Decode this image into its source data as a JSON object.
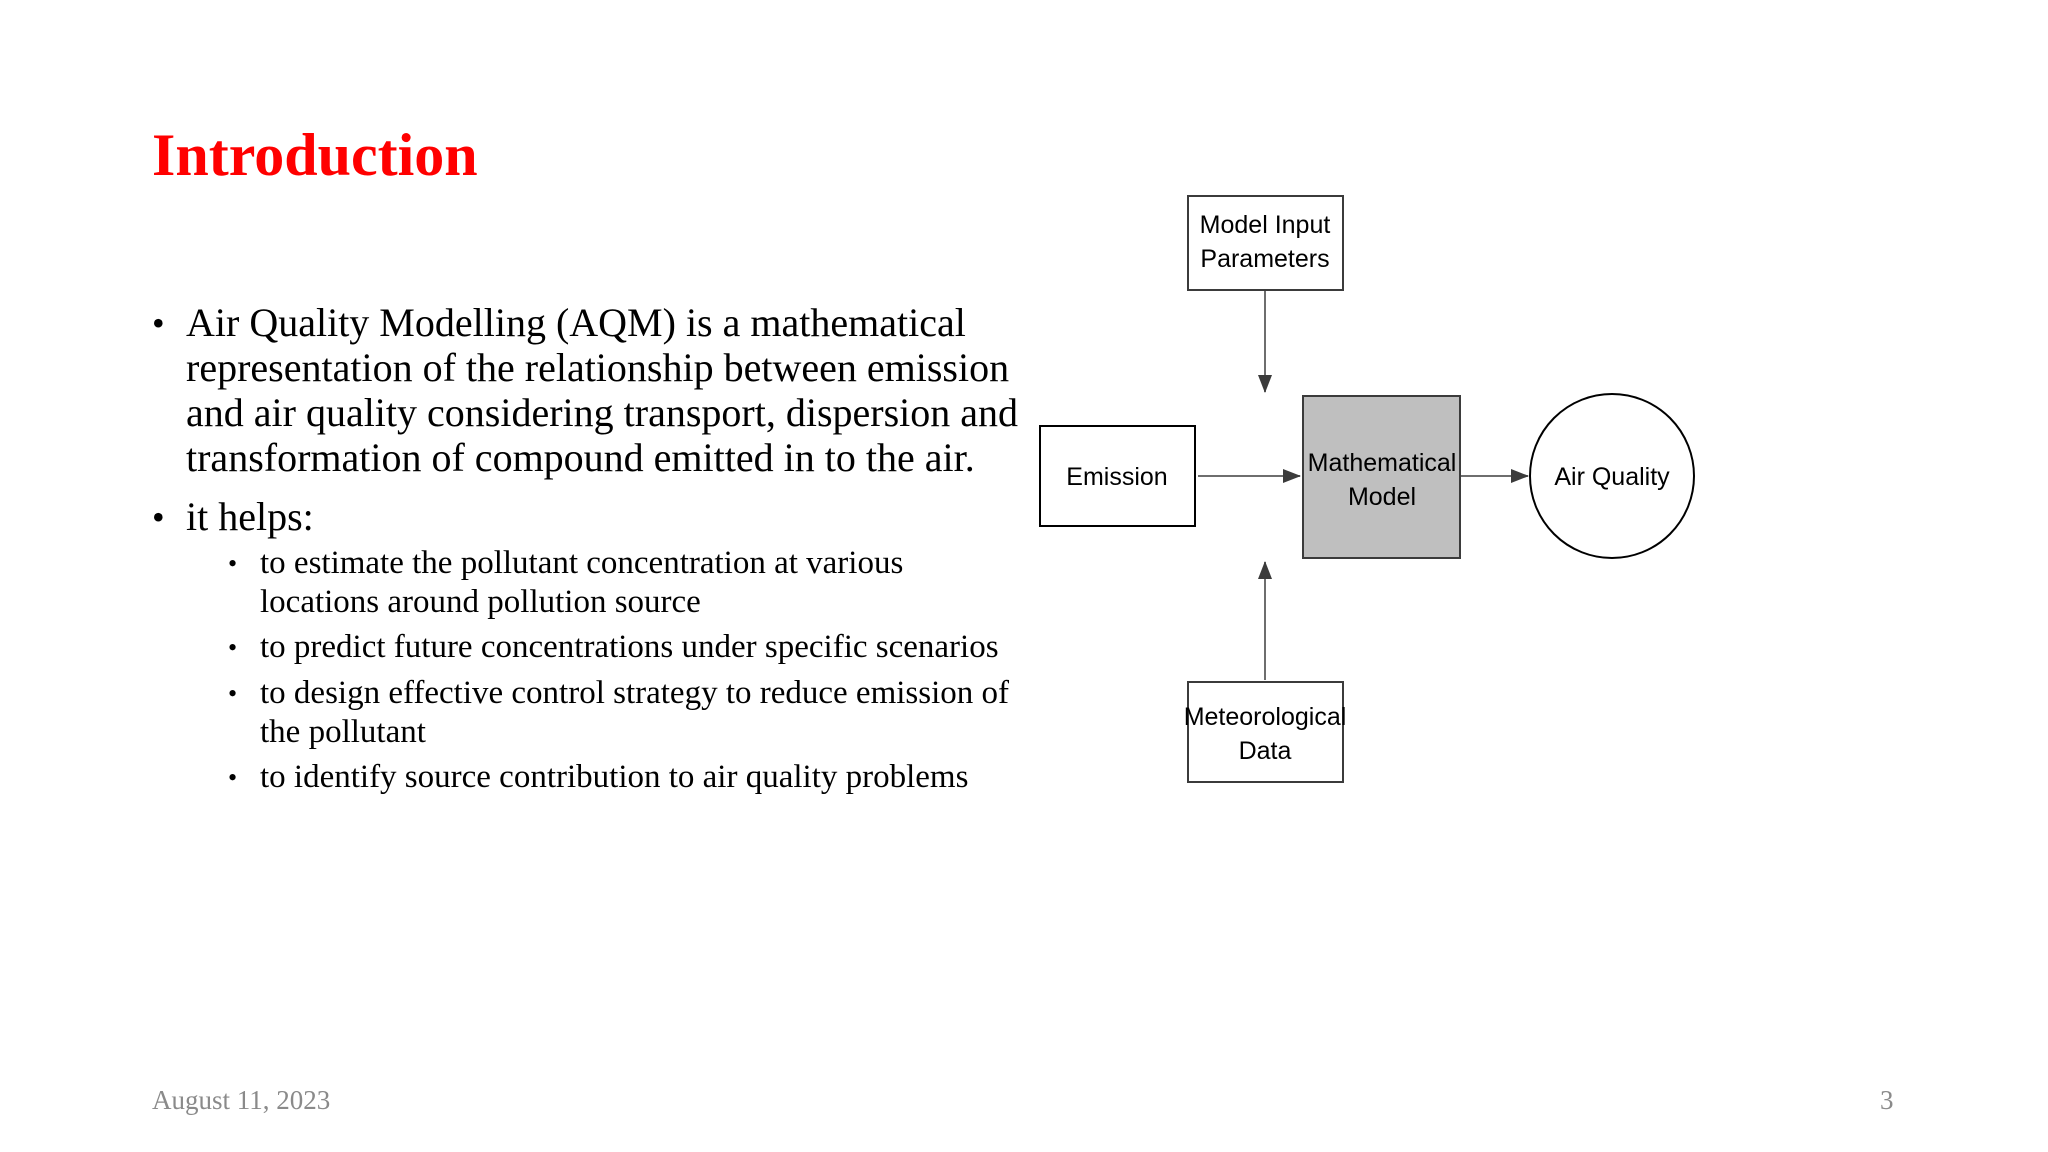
{
  "slide": {
    "title": "Introduction",
    "title_color": "#FF0000",
    "background": "#FFFFFF"
  },
  "content": {
    "bullet_marker": "•",
    "sub_bullet_marker": "•",
    "bullets": [
      {
        "text": "Air Quality Modelling (AQM) is a mathematical representation of the relationship between emission and air quality considering transport, dispersion and transformation of compound emitted in to the air.",
        "sub_items": []
      },
      {
        "text": "it helps:",
        "sub_items": [
          "to estimate the pollutant concentration at various locations around pollution source",
          "to predict future concentrations under specific scenarios",
          "to design effective control strategy to reduce emission of the pollutant",
          "to identify source contribution to air quality problems"
        ]
      }
    ]
  },
  "diagram": {
    "nodes": {
      "model_input": {
        "label_line1": "Model Input",
        "label_line2": "Parameters",
        "shape": "rectangle",
        "fill": "#FFFFFF",
        "stroke": "#3B3B3B"
      },
      "emission": {
        "label_line1": "Emission",
        "label_line2": "",
        "shape": "rectangle",
        "fill": "#FFFFFF",
        "stroke": "#000000"
      },
      "math_model": {
        "label_line1": "Mathematical",
        "label_line2": "Model",
        "shape": "rectangle",
        "fill": "#BFBFBF",
        "stroke": "#3B3B3B"
      },
      "air_quality": {
        "label_line1": "Air Quality",
        "label_line2": "",
        "shape": "circle",
        "fill": "#FFFFFF",
        "stroke": "#000000"
      },
      "meteorological": {
        "label_line1": "Meteorological",
        "label_line2": "Data",
        "shape": "rectangle",
        "fill": "#FFFFFF",
        "stroke": "#3B3B3B"
      }
    },
    "edges": [
      {
        "from": "model_input",
        "to": "math_model",
        "direction": "down"
      },
      {
        "from": "emission",
        "to": "math_model",
        "direction": "right"
      },
      {
        "from": "math_model",
        "to": "air_quality",
        "direction": "right"
      },
      {
        "from": "meteorological",
        "to": "math_model",
        "direction": "up"
      }
    ]
  },
  "footer": {
    "date": "August 11, 2023",
    "page_number": "3",
    "color": "#8A8A8A"
  }
}
